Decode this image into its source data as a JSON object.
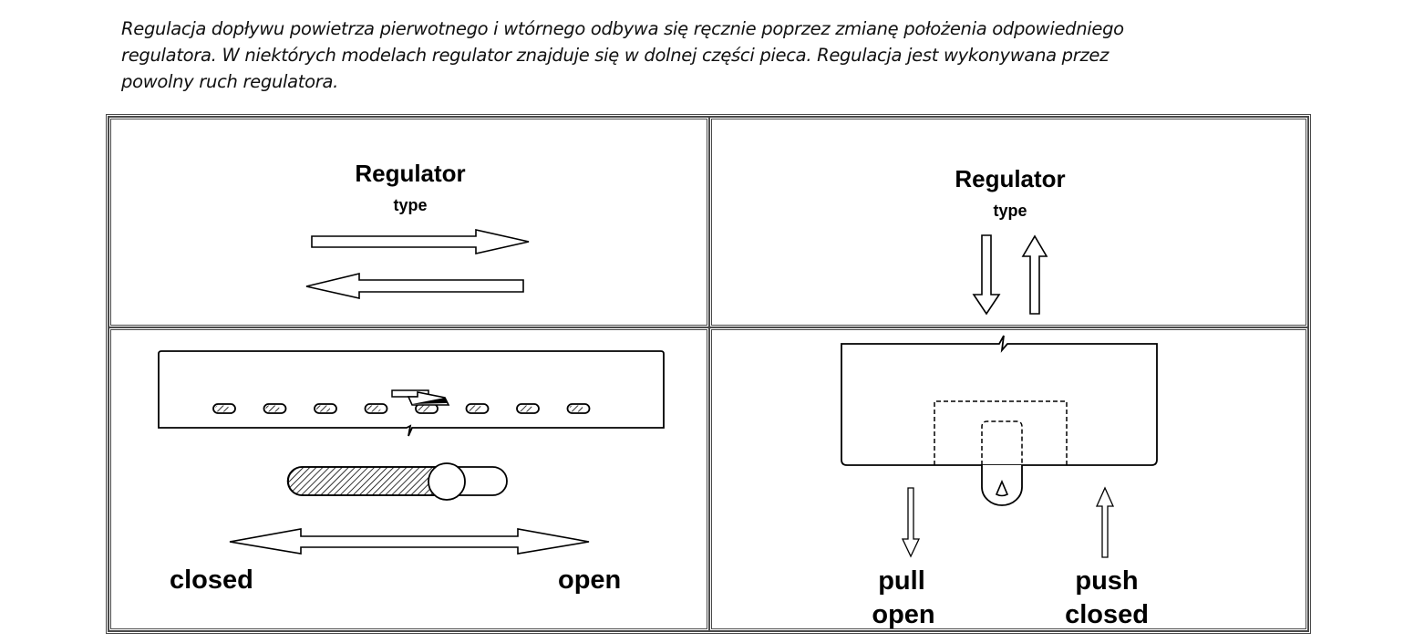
{
  "intro_text": {
    "lines": [
      "Regulacja dopływu powietrza pierwotnego i wtórnego odbywa się ręcznie poprzez zmianę położenia odpowiedniego",
      "regulatora. W niektórych modelach regulator znajduje się w dolnej części pieca. Regulacja jest wykonywana przez",
      "powolny ruch regulatora."
    ]
  },
  "panels": {
    "slider_type": {
      "title": "Regulator",
      "subtitle": "type",
      "arrows": [
        "arrow-right",
        "arrow-left"
      ],
      "slot_count": 8,
      "label_left": "closed",
      "label_right": "open"
    },
    "push_pull_type": {
      "title": "Regulator",
      "subtitle": "type",
      "arrows": [
        "arrow-down",
        "arrow-up"
      ],
      "pull_label": "pull",
      "pull_state": "open",
      "push_label": "push",
      "push_state": "closed"
    }
  },
  "colors": {
    "line": "#000000",
    "border": "#4a4a4a",
    "background": "#ffffff"
  }
}
